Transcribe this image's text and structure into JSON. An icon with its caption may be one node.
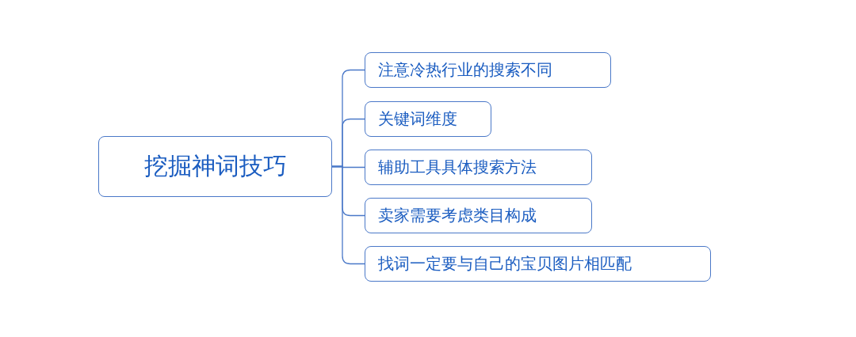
{
  "diagram": {
    "nodes": [
      {
        "text": [
          "挖掘神词技巧"
        ]
      },
      {
        "text": [
          "注意冷热行业的搜索不同"
        ]
      },
      {
        "text": [
          "关键词维度"
        ]
      },
      {
        "text": [
          "辅助工具具体搜索方法"
        ]
      },
      {
        "text": [
          "卖家需要考虑类目构成"
        ]
      },
      {
        "text": [
          "找词一定要与自己的宝贝图片相匹配"
        ]
      }
    ],
    "edges": [
      {
        "from": 0,
        "to": 1,
        "arrow": "none"
      },
      {
        "from": 0,
        "to": 2,
        "arrow": "none"
      },
      {
        "from": 0,
        "to": 3,
        "arrow": "none"
      },
      {
        "from": 0,
        "to": 4,
        "arrow": "none"
      },
      {
        "from": 0,
        "to": 5,
        "arrow": "none"
      }
    ]
  }
}
